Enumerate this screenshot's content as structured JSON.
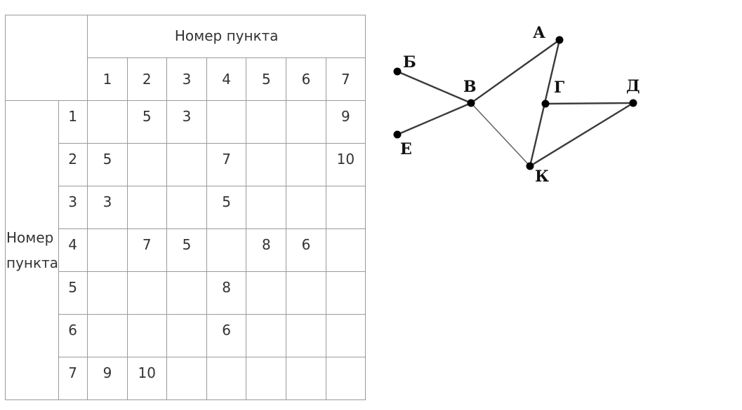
{
  "table": {
    "column_header_title": "Номер пункта",
    "row_header_title_line1": "Номер",
    "row_header_title_line2": "пункта",
    "column_numbers": [
      "1",
      "2",
      "3",
      "4",
      "5",
      "6",
      "7"
    ],
    "rows": [
      {
        "num": "1",
        "cells": [
          "",
          "5",
          "3",
          "",
          "",
          "",
          "9"
        ]
      },
      {
        "num": "2",
        "cells": [
          "5",
          "",
          "",
          "7",
          "",
          "",
          "10"
        ]
      },
      {
        "num": "3",
        "cells": [
          "3",
          "",
          "",
          "5",
          "",
          "",
          ""
        ]
      },
      {
        "num": "4",
        "cells": [
          "",
          "7",
          "5",
          "",
          "8",
          "6",
          ""
        ]
      },
      {
        "num": "5",
        "cells": [
          "",
          "",
          "",
          "8",
          "",
          "",
          ""
        ]
      },
      {
        "num": "6",
        "cells": [
          "",
          "",
          "",
          "6",
          "",
          "",
          ""
        ]
      },
      {
        "num": "7",
        "cells": [
          "9",
          "10",
          "",
          "",
          "",
          "",
          ""
        ]
      }
    ]
  },
  "graph": {
    "vertices": {
      "A": "А",
      "B": "Б",
      "V": "В",
      "G": "Г",
      "D": "Д",
      "E": "Е",
      "K": "К"
    },
    "edges": [
      [
        "B",
        "V"
      ],
      [
        "E",
        "V"
      ],
      [
        "V",
        "A"
      ],
      [
        "V",
        "K"
      ],
      [
        "A",
        "K"
      ],
      [
        "G",
        "D"
      ],
      [
        "D",
        "K"
      ]
    ]
  }
}
